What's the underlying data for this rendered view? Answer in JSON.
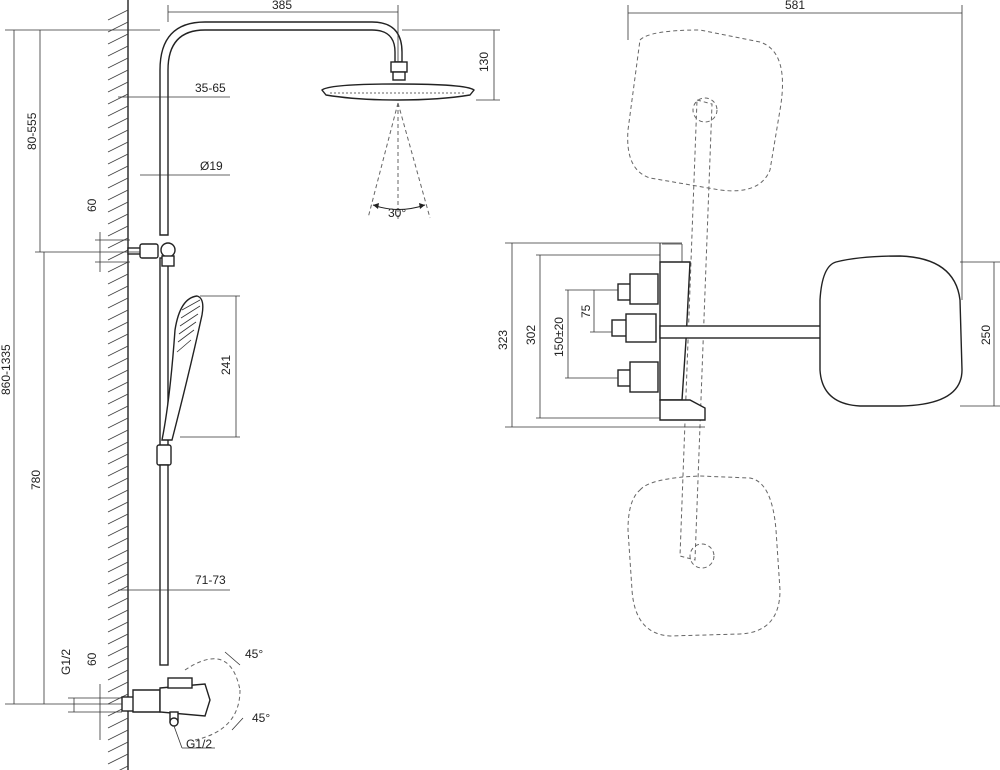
{
  "side_view": {
    "labels": {
      "arm_reach": "385",
      "head_height": "130",
      "wall_offset_top": "35-65",
      "pipe_diameter": "Ø19",
      "top_range": "80-555",
      "holder_height": "60",
      "spray_angle": "30°",
      "total_height": "860-1335",
      "hand_shower": "241",
      "lower_height": "780",
      "wall_offset_bottom": "71-73",
      "inlet_thread": "G1/2",
      "inlet_height": "60",
      "tilt_angle_top": "45°",
      "tilt_angle_bottom": "45°",
      "outlet_thread": "G1/2"
    }
  },
  "top_view": {
    "labels": {
      "overall_width": "581",
      "depth_total": "323",
      "depth_body": "302",
      "inlet_spacing": "150±20",
      "pipe_offset": "75",
      "head_size": "250"
    }
  }
}
